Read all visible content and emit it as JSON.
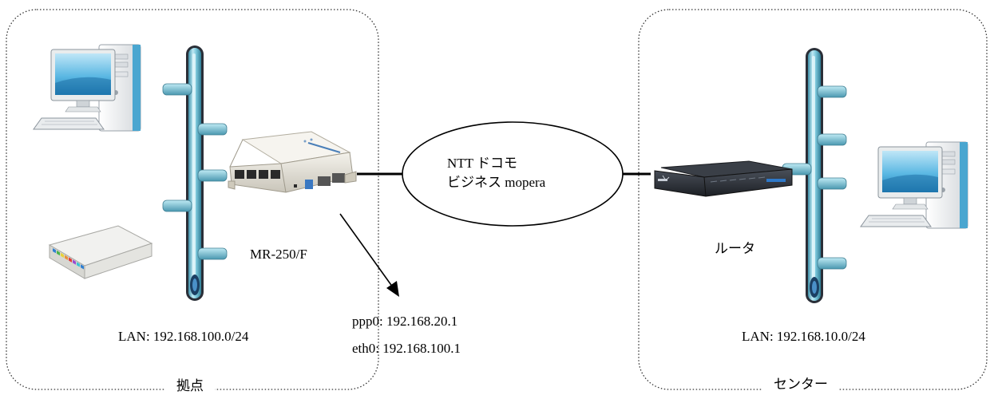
{
  "site_zone": {
    "title": "拠点",
    "lan_label": "LAN: 192.168.100.0/24",
    "router_label": "MR-250/F",
    "ip_lines": [
      "ppp0: 192.168.20.1",
      "eth0: 192.168.100.1"
    ]
  },
  "center_zone": {
    "title": "センター",
    "lan_label": "LAN: 192.168.10.0/24",
    "router_label": "ルータ"
  },
  "network_cloud": {
    "lines": [
      "NTT ドコモ",
      "ビジネス mopera"
    ]
  },
  "icons": {
    "pc": "desktop-pc-icon",
    "hub": "switching-hub-icon",
    "mr250f": "mr250f-router-icon",
    "center_router": "rack-router-icon",
    "lan_bus": "lan-bus-icon"
  },
  "colors": {
    "bus_outer": "#2a2f38",
    "bus_inner": "#7dc8dc",
    "bus_highlight": "#e6f7fb",
    "monitor_screen": "#3aa6d8",
    "device_body": "#e7e4dc",
    "rack_body": "#2b2f36"
  }
}
